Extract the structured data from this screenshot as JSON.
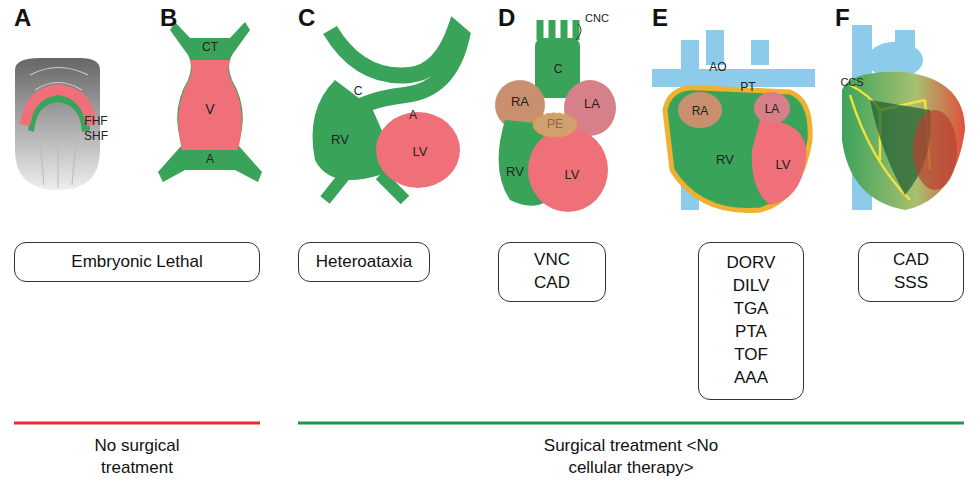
{
  "diagram": {
    "nodes": [
      {
        "text": [
          "Embryonic Lethal"
        ]
      },
      {
        "text": [
          "Heteroataxia"
        ]
      },
      {
        "text": [
          "VNC",
          "CAD"
        ]
      },
      {
        "text": [
          "DORV",
          "DILV",
          "TGA",
          "PTA",
          "TOF",
          "AAA"
        ]
      },
      {
        "text": [
          "CAD",
          "SSS"
        ]
      }
    ],
    "labels": [
      "A",
      "FHF",
      "SHF",
      "B",
      "CT",
      "V",
      "A",
      "C",
      "C",
      "A",
      "RV",
      "LV",
      "D",
      "CNC",
      "C",
      "RA",
      "LA",
      "PE",
      "RV",
      "LV",
      "E",
      "AO",
      "PT",
      "RA",
      "LA",
      "RV",
      "LV",
      "F",
      "CCS",
      "No surgical treatment",
      "Surgical treatment <No cellular therapy>"
    ]
  }
}
